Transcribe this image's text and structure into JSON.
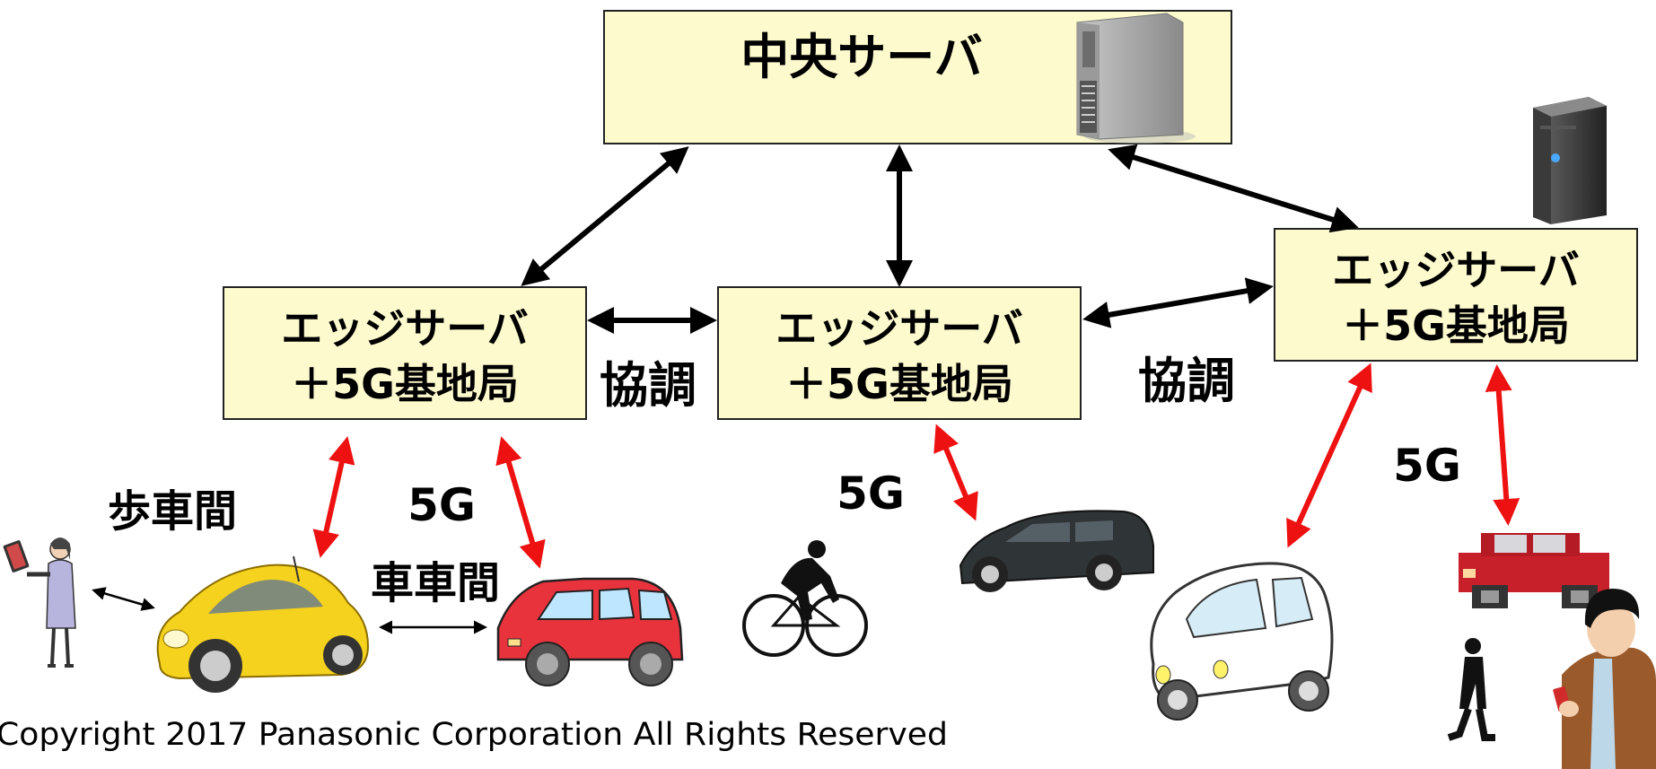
{
  "central_server": {
    "label": "中央サーバ"
  },
  "edge_servers": [
    {
      "line1": "エッジサーバ",
      "line2": "＋5G基地局"
    },
    {
      "line1": "エッジサーバ",
      "line2": "＋5G基地局"
    },
    {
      "line1": "エッジサーバ",
      "line2": "＋5G基地局"
    }
  ],
  "labels": {
    "cooperation_1": "協調",
    "cooperation_2": "協調",
    "pedestrian_vehicle": "歩車間",
    "vehicle_vehicle": "車車間",
    "fiveg_1": "5G",
    "fiveg_2": "5G",
    "fiveg_3": "5G"
  },
  "copyright": "Copyright 2017 Panasonic Corporation All Rights Reserved",
  "colors": {
    "box_fill": "#fdfacd",
    "box_stroke": "#222222",
    "link_black": "#000000",
    "link_red": "#ee1111"
  },
  "icons": [
    "server-tower-icon",
    "server-desktop-icon",
    "pedestrian-with-tablet-icon",
    "yellow-beetle-car-icon",
    "red-hatchback-car-icon",
    "cyclist-icon",
    "black-suv-icon",
    "white-compact-car-icon",
    "pixelated-red-car-icon",
    "walking-person-silhouette-icon",
    "man-with-phone-icon"
  ]
}
